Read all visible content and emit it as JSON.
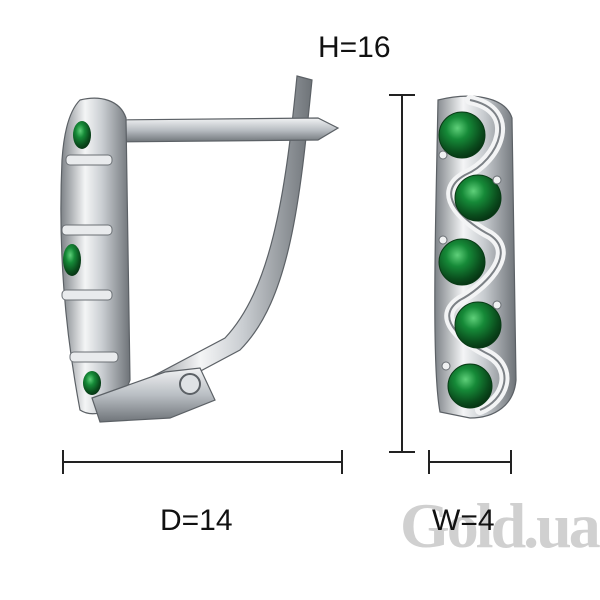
{
  "dimensions": {
    "height_label": "H=16",
    "depth_label": "D=14",
    "width_label": "W=4"
  },
  "watermark": {
    "text": "Gold.ua"
  },
  "colors": {
    "metal": "#c8ccd0",
    "stone": "#0f6a2a",
    "dimension_line": "#222222"
  }
}
